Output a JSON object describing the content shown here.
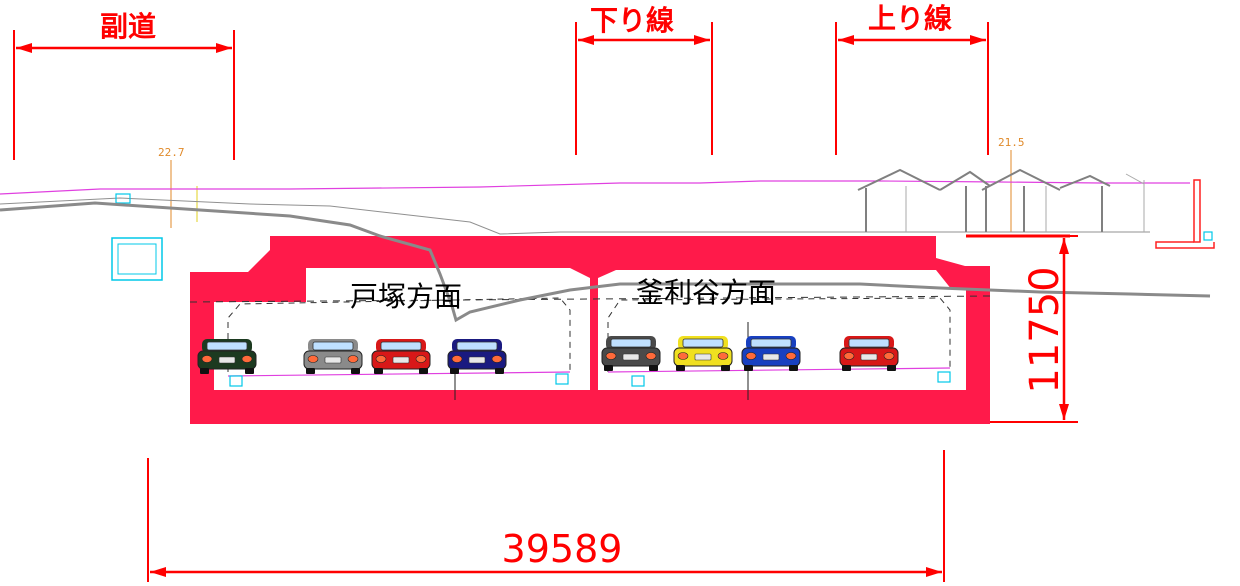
{
  "labels": {
    "side_road": "副道",
    "down_line": "下り線",
    "up_line": "上り線",
    "tunnel_left": "戸塚方面",
    "tunnel_right": "釜利谷方面",
    "width_dimension": "39589",
    "height_dimension": "11750",
    "elevation_left": "22.7",
    "elevation_right": "21.5"
  },
  "cars_left_bore": [
    "dark-green",
    "silver",
    "red",
    "navy"
  ],
  "cars_right_bore": [
    "gray",
    "yellow",
    "blue",
    "red"
  ],
  "colors": {
    "dimension": "#ff0000",
    "tunnel_concrete": "#ff1a4a",
    "surface_line": "#e040e0",
    "ground_line": "#808080",
    "utility": "#00c8e8",
    "elevation": "#e08a2a",
    "car_dark_green": "#1c3a20",
    "car_silver": "#8a8a8a",
    "car_red": "#d81818",
    "car_navy": "#1a1a80",
    "car_gray": "#4a4a4a",
    "car_yellow": "#f0e020",
    "car_blue": "#1840c0"
  }
}
